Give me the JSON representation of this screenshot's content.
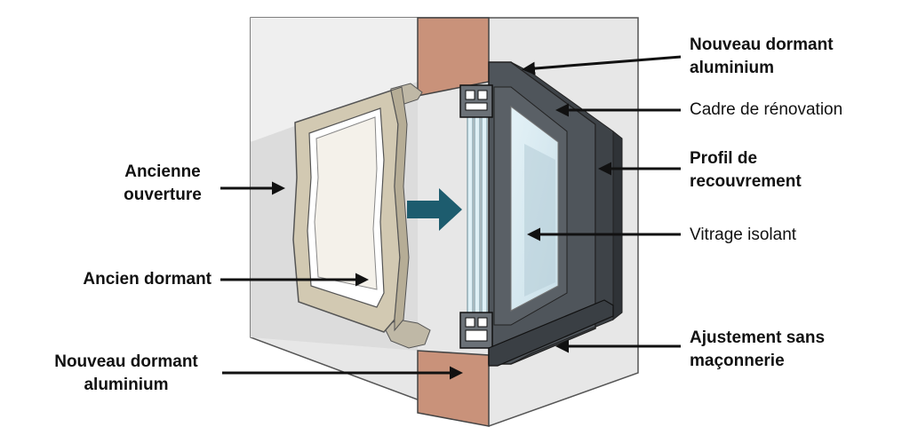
{
  "labels": {
    "ancienne_ouverture": [
      "Ancienne",
      "ouverture"
    ],
    "ancien_dormant": "Ancien dormant",
    "nouveau_dormant_bas": [
      "Nouveau dormant",
      "aluminium"
    ],
    "nouveau_dormant_haut": [
      "Nouveau dormant",
      "aluminium"
    ],
    "cadre_renovation": "Cadre de rénovation",
    "profil_recouvrement": [
      "Profil de",
      "recouvrement"
    ],
    "vitrage_isolant": "Vitrage isolant",
    "ajustement": [
      "Ajustement sans",
      "maçonnerie"
    ]
  },
  "colors": {
    "wall": "#e6e6e6",
    "masonry": "#c9927a",
    "old_frame": "#cdc4ae",
    "aluminium": "#4f555b",
    "glass": "#d7eaf1",
    "arrow_transition": "#1d5c6e",
    "callout": "#111111"
  }
}
